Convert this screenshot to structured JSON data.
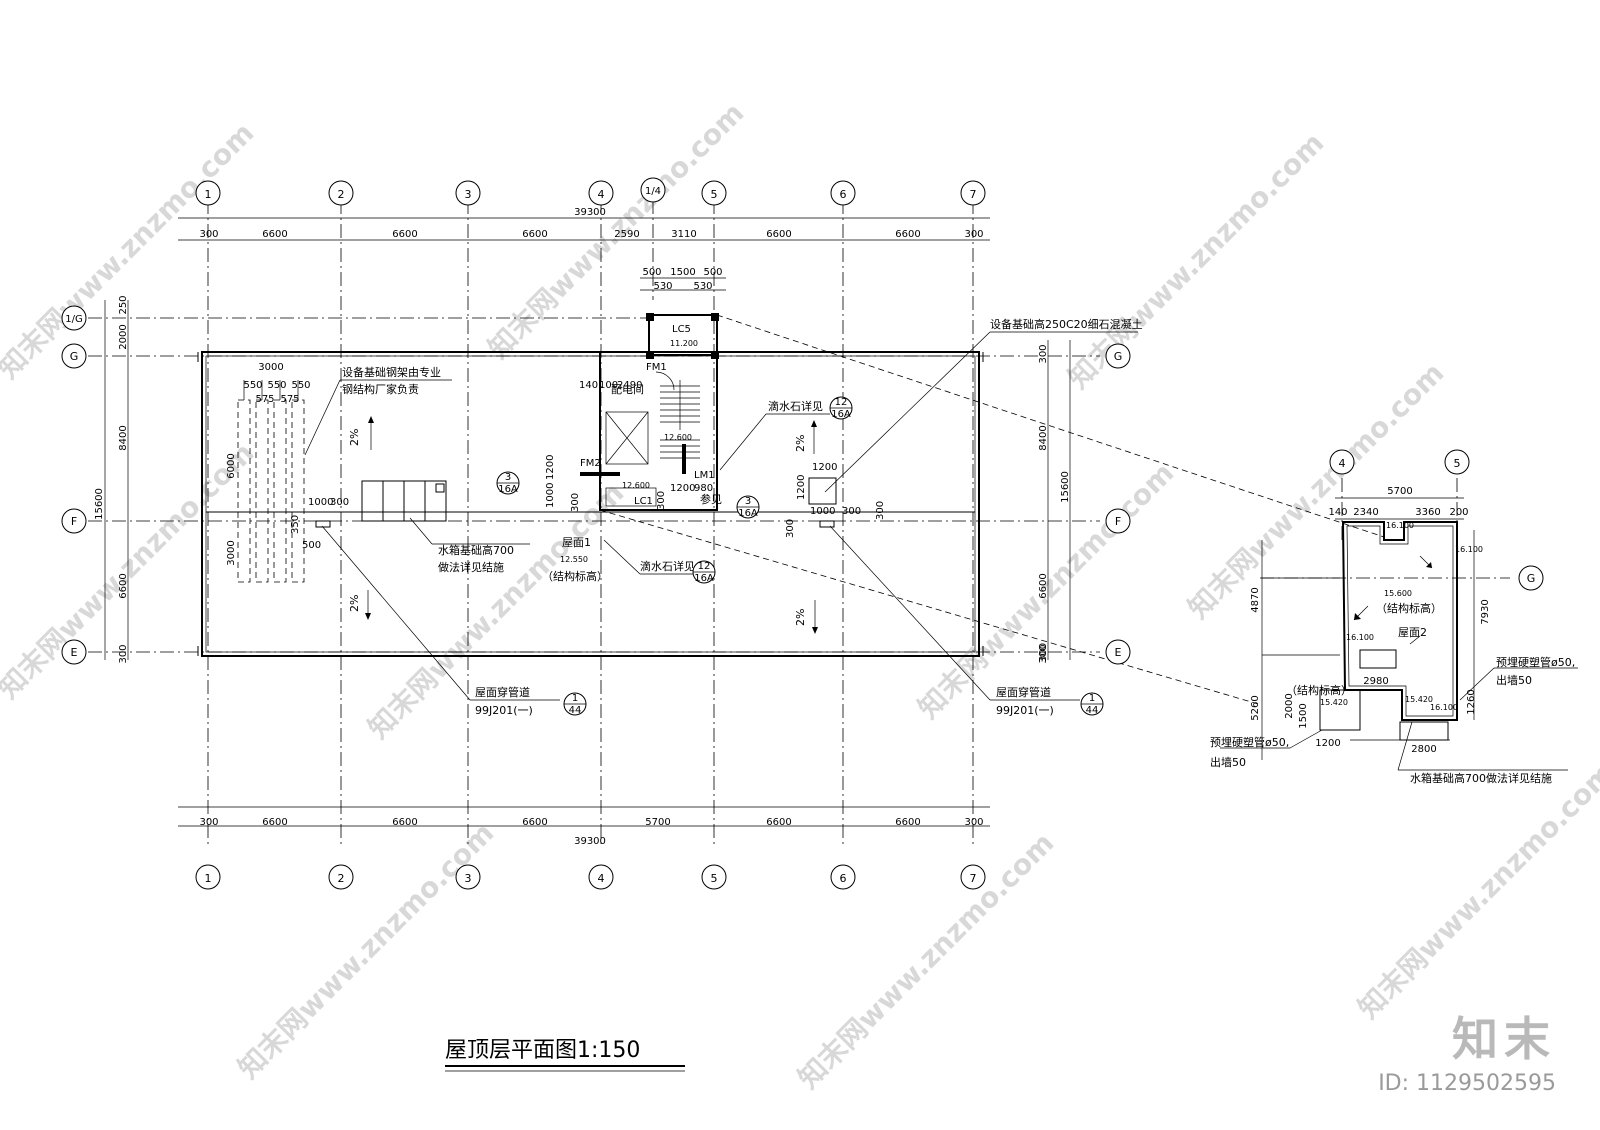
{
  "title": "屋顶层平面图1:150",
  "grid": {
    "cols_top": [
      "1",
      "2",
      "3",
      "4",
      "1/4",
      "5",
      "6",
      "7"
    ],
    "cols_bottom": [
      "1",
      "2",
      "3",
      "4",
      "5",
      "6",
      "7"
    ],
    "rows": [
      "1/G",
      "G",
      "F",
      "E"
    ],
    "right_rows": [
      "G",
      "F",
      "E"
    ],
    "detail_cols": [
      "4",
      "5"
    ],
    "detail_row": "G"
  },
  "dims": {
    "top_total": "39300",
    "top_spans": [
      "300",
      "6600",
      "6600",
      "6600",
      "2590",
      "3110",
      "6600",
      "6600",
      "300"
    ],
    "stair_top": [
      "500",
      "1500",
      "500"
    ],
    "stair_top2": [
      "530",
      "530"
    ],
    "bottom_total": "39300",
    "bottom_spans": [
      "300",
      "6600",
      "6600",
      "6600",
      "5700",
      "6600",
      "6600",
      "300"
    ],
    "left_total": "15600",
    "left_spans": [
      "250",
      "2000",
      "8400",
      "6600",
      "300"
    ],
    "right_total": "15600",
    "right_spans": [
      "300",
      "8400",
      "6600",
      "300"
    ],
    "equip": [
      "3000",
      "550",
      "550",
      "550",
      "575",
      "575",
      "6000",
      "3000"
    ],
    "misc": [
      "1000",
      "300",
      "350",
      "500",
      "1200",
      "1000",
      "1200",
      "1200",
      "1000",
      "300",
      "300",
      "140",
      "100",
      "2490",
      "1200",
      "980",
      "300",
      "300",
      "300",
      "300"
    ],
    "detail": [
      "5700",
      "140",
      "2340",
      "3360",
      "200",
      "4870",
      "5260",
      "7930",
      "2000",
      "1500",
      "1200",
      "2980",
      "2800",
      "1260"
    ]
  },
  "levels": {
    "lc5": "LC5",
    "l11200": "11.200",
    "fm1": "FM1",
    "fm2": "FM2",
    "lm1": "LM1",
    "lc1": "LC1",
    "l12600a": "12.600",
    "l12600b": "12.600",
    "l12550": "12.550",
    "d16100a": "16.100",
    "d16100b": "16.100",
    "d16100c": "16.100",
    "d16100d": "16.100",
    "d15600": "15.600",
    "d15420a": "15.420",
    "d15420b": "15.420"
  },
  "slopes": [
    "2%",
    "2%",
    "2%",
    "2%"
  ],
  "labels": {
    "room": "配电间",
    "roof1": "屋面1",
    "roof1_struct": "（结构标高）",
    "roof2": "屋面2",
    "roof2_struct": "（结构标高）",
    "detail_struct2": "（结构标高）",
    "see": "参见",
    "equip_note1": "设备基础钢架由专业",
    "equip_note2": "钢结构厂家负责",
    "tank_note1": "水箱基础高700",
    "tank_note2": "做法详见结施",
    "drip1": "滴水石详见",
    "drip2": "滴水石详见",
    "base_note": "设备基础高250C20细石混凝土",
    "pipe_l1": "屋面穿管道",
    "pipe_l2": "99J201(一)",
    "pipe_r1": "屋面穿管道",
    "pipe_r2": "99J201(一)",
    "emb_r1": "预埋硬塑管ø50,",
    "emb_r2": "出墙50",
    "emb_l1": "预埋硬塑管ø50,",
    "emb_l2": "出墙50",
    "tank2": "水箱基础高700做法详见结施"
  },
  "refs": [
    {
      "num": "12",
      "sheet": "16A"
    },
    {
      "num": "3",
      "sheet": "16A"
    },
    {
      "num": "3",
      "sheet": "16A"
    },
    {
      "num": "12",
      "sheet": "16A"
    },
    {
      "num": "1",
      "sheet": "44"
    },
    {
      "num": "1",
      "sheet": "44"
    }
  ],
  "watermark": "知末网www.znzmo.com",
  "brand": {
    "logo": "知末",
    "id": "ID: 1129502595"
  }
}
